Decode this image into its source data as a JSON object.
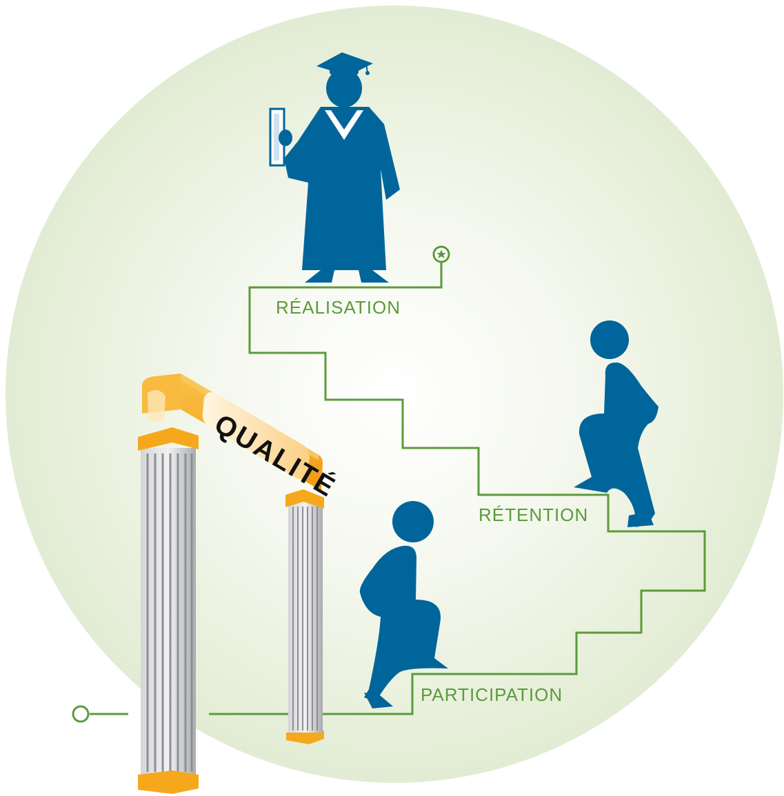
{
  "sign": {
    "text": "QUALITÉ"
  },
  "stages": {
    "participation": "PARTICIPATION",
    "retention": "RÉTENTION",
    "realisation": "RÉALISATION"
  },
  "colors": {
    "figure": "#00659a",
    "path": "#5b9a3a",
    "label": "#5b9a3a",
    "background_circle": "#e4edd6",
    "arch_gold": "#f6a81c",
    "column_gray": "#b9bbbe"
  },
  "icons": {
    "graduate": "graduate-figure-icon",
    "climber_upper": "walking-person-icon",
    "climber_lower": "walking-person-icon",
    "path_start": "open-circle-icon",
    "path_end": "star-circle-icon"
  }
}
